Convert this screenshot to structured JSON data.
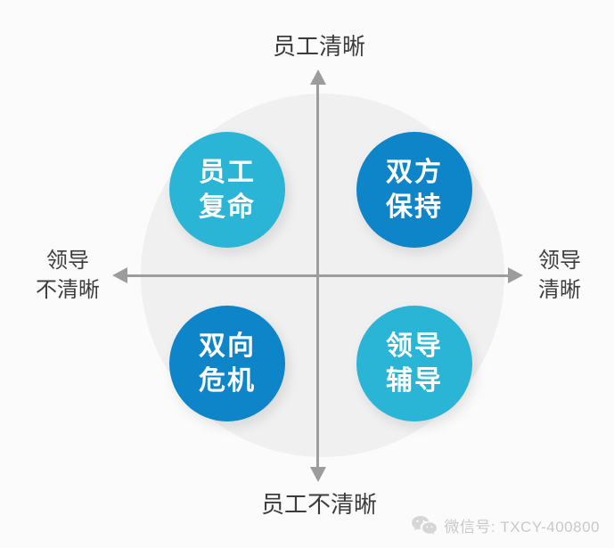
{
  "matrix": {
    "axes": {
      "top_label": "员工清晰",
      "bottom_label": "员工不清晰",
      "left_label_line1": "领导",
      "left_label_line2": "不清晰",
      "right_label_line1": "领导",
      "right_label_line2": "清晰"
    },
    "quadrants": {
      "top_left": {
        "line1": "员工",
        "line2": "复命",
        "color": "#2ab5d6"
      },
      "top_right": {
        "line1": "双方",
        "line2": "保持",
        "color": "#0e84c9"
      },
      "bottom_left": {
        "line1": "双向",
        "line2": "危机",
        "color": "#0e84c9"
      },
      "bottom_right": {
        "line1": "领导",
        "line2": "辅导",
        "color": "#2ab5d6"
      }
    },
    "colors": {
      "cyan": "#2ab5d6",
      "blue": "#0e84c9",
      "axis": "#9c9c9c",
      "background_circle": "#f0f0f1",
      "page_background": "#fbfbfb",
      "label_text": "#3c3c3c",
      "watermark_text": "#c8c8c8"
    }
  },
  "watermark": {
    "icon": "wechat-icon",
    "text": "微信号: TXCY-400800"
  }
}
